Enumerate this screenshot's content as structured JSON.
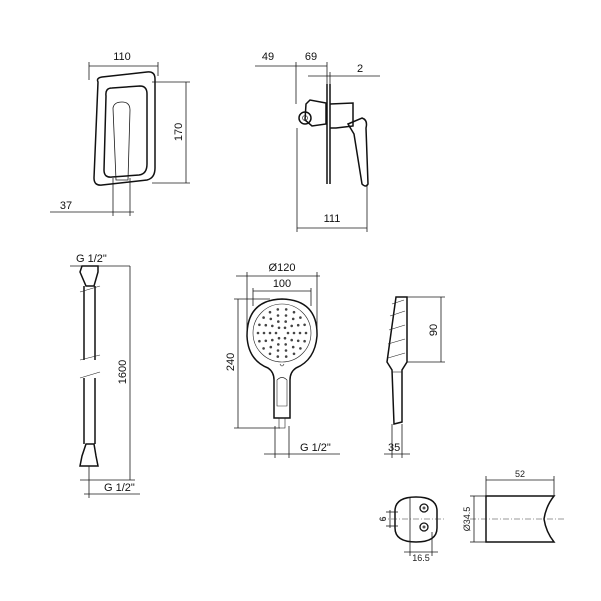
{
  "colors": {
    "line": "#111111",
    "background": "#ffffff"
  },
  "mixer_front": {
    "width": "110",
    "height": "170",
    "offset": "37"
  },
  "mixer_side": {
    "depth_a": "49",
    "depth_b": "69",
    "plate": "2",
    "total": "111"
  },
  "hose": {
    "top_thread": "G 1/2\"",
    "length": "1600",
    "bottom_thread": "G 1/2\""
  },
  "hand_shower": {
    "outer_diameter": "Ø120",
    "inner_diameter": "100",
    "length": "240",
    "thread": "G 1/2\""
  },
  "shower_side": {
    "head_depth": "90",
    "handle_depth": "35"
  },
  "holder_front": {
    "hole_spacing": "6",
    "base": "16.5"
  },
  "holder_side": {
    "length": "52",
    "diameter": "Ø34.5"
  }
}
